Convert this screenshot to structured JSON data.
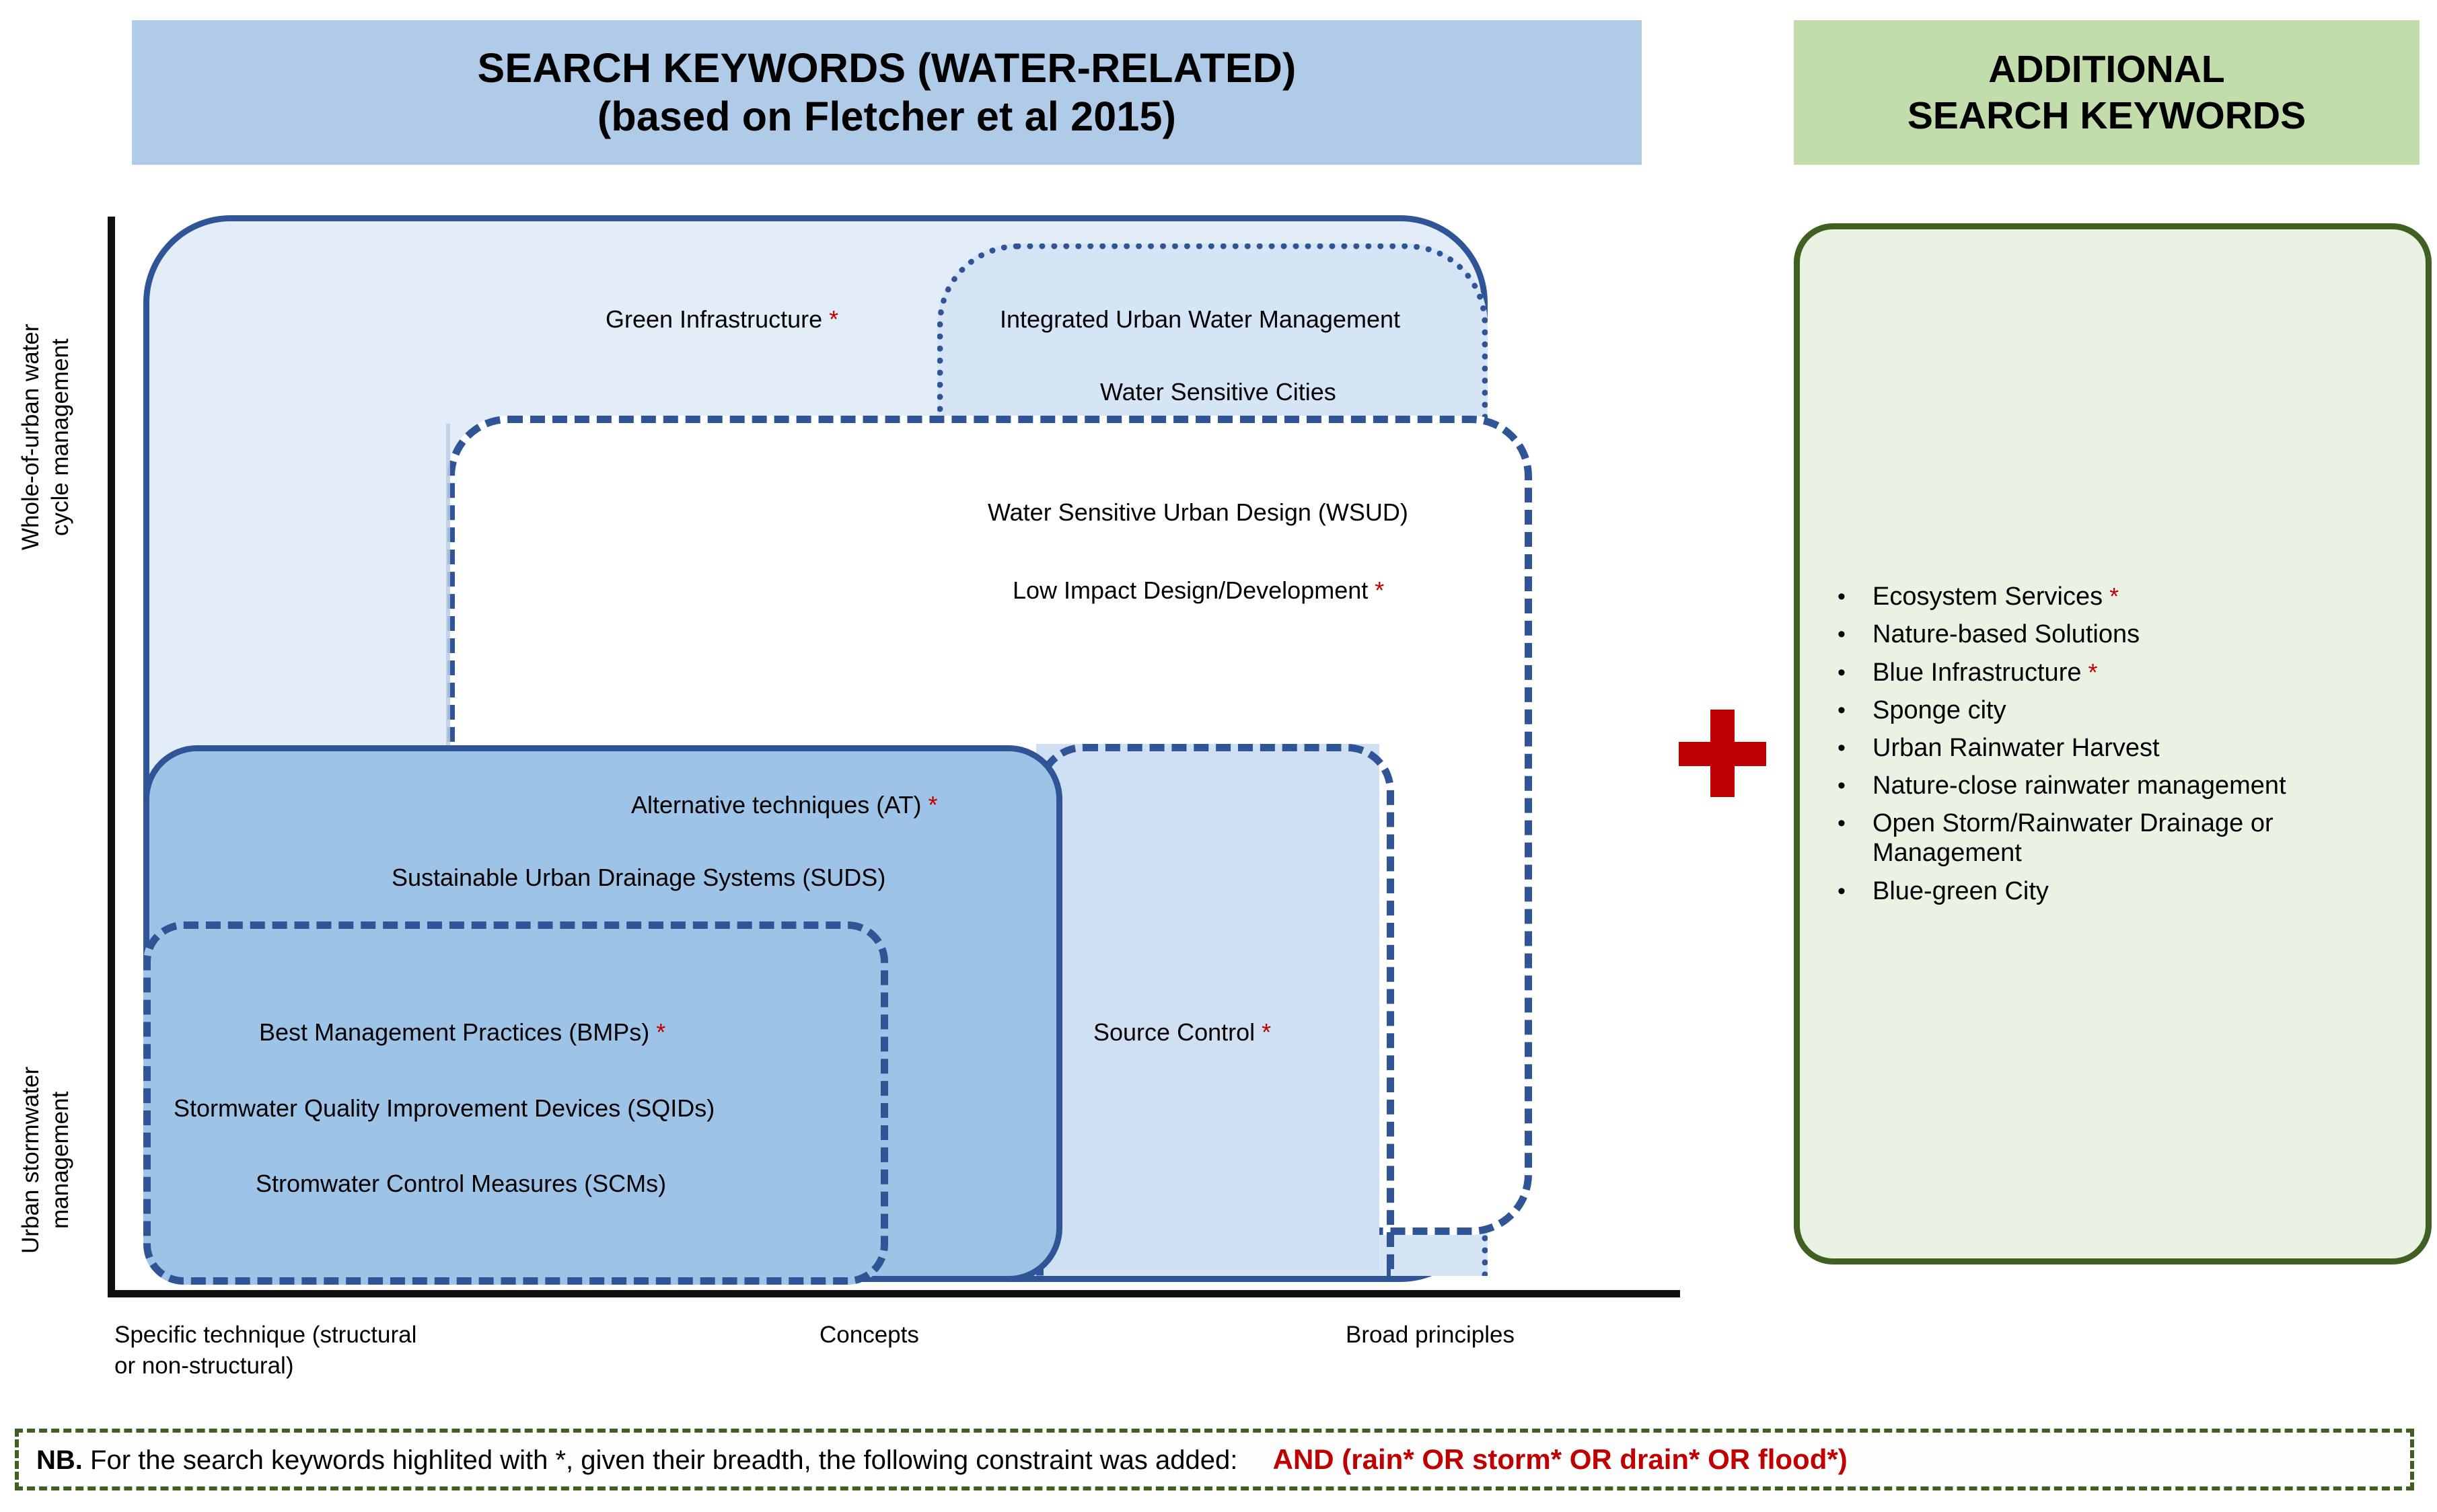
{
  "headers": {
    "left_title_line1": "SEARCH KEYWORDS (WATER-RELATED)",
    "left_title_line2": "(based on Fletcher et al 2015)",
    "right_title_line1": "ADDITIONAL",
    "right_title_line2": "SEARCH KEYWORDS"
  },
  "axes": {
    "y_top_label": "Whole-of-urban water\ncycle management",
    "y_bottom_label": "Urban stormwater\nmanagement",
    "x_categories": [
      "Specific technique (structural or non-structural)",
      "Concepts",
      "Broad principles"
    ]
  },
  "diagram": {
    "labels": {
      "green_infrastructure": "Green Infrastructure",
      "integrated_urban_water_management": "Integrated Urban Water Management",
      "water_sensitive_cities": "Water Sensitive Cities",
      "water_sensitive_urban_design": "Water Sensitive Urban Design (WSUD)",
      "low_impact_design": "Low Impact Design/Development",
      "alternative_techniques": "Alternative techniques (AT)",
      "sustainable_urban_drainage_systems": "Sustainable Urban Drainage Systems (SUDS)",
      "best_management_practices": "Best Management Practices (BMPs)",
      "stormwater_quality_improvement_devices": "Stormwater Quality Improvement Devices (SQIDs)",
      "stormwater_control_measures": "Stromwater Control Measures (SCMs)",
      "source_control": "Source Control"
    },
    "asterisk": "*"
  },
  "additional_keywords": {
    "bullet_glyph": "•",
    "items": [
      {
        "text": "Ecosystem Services",
        "starred": true
      },
      {
        "text": "Nature-based Solutions",
        "starred": false
      },
      {
        "text": "Blue Infrastructure",
        "starred": true
      },
      {
        "text": "Sponge city",
        "starred": false
      },
      {
        "text": "Urban Rainwater Harvest",
        "starred": false
      },
      {
        "text": "Nature-close rainwater management",
        "starred": false
      },
      {
        "text": "Open Storm/Rainwater Drainage or Management",
        "starred": false
      },
      {
        "text": "Blue-green City",
        "starred": false
      }
    ]
  },
  "operator": {
    "plus_symbol": "+"
  },
  "footnote": {
    "prefix_bold": "NB.",
    "body": "For the search keywords highlited with *, given their breadth, the following constraint was added:",
    "constraint": "AND (rain* OR storm* OR drain* OR flood*)"
  },
  "colors": {
    "header_blue": "#b0cbe8",
    "header_green": "#c2dcab",
    "shape_outline_blue": "#2f5597",
    "shape_fill_pale": "#e2edf8",
    "shape_fill_mid": "#cfe0f2",
    "shape_fill_deep": "#9dc3e6",
    "panel_green_border": "#3f6022",
    "panel_green_fill": "#eaf3e3",
    "accent_red": "#c00000"
  }
}
